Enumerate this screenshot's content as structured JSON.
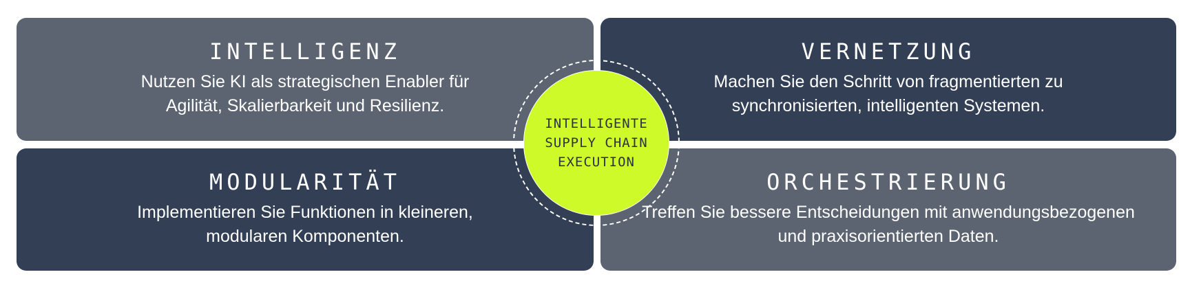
{
  "quadrants": {
    "top_left": {
      "title": "INTELLIGENZ",
      "text": "Nutzen Sie KI als strategischen Enabler für Agilität, Skalierbarkeit und Resilienz.",
      "color": "#5b6470"
    },
    "top_right": {
      "title": "VERNETZUNG",
      "text": "Machen Sie den Schritt von fragmentierten zu synchronisierten, intelligenten Systemen.",
      "color": "#323f55"
    },
    "bottom_left": {
      "title": "MODULARITÄT",
      "text": "Implementieren Sie Funktionen in kleineren, modularen Komponenten.",
      "color": "#323f55"
    },
    "bottom_right": {
      "title": "ORCHESTRIERUNG",
      "text": "Treffen Sie bessere Entscheidungen mit anwendungsbezogenen und praxisorientierten Daten.",
      "color": "#5b6470"
    }
  },
  "center": {
    "lines": [
      "INTELLIGENTE",
      "SUPPLY CHAIN",
      "EXECUTION"
    ],
    "color": "#cdfa28"
  }
}
